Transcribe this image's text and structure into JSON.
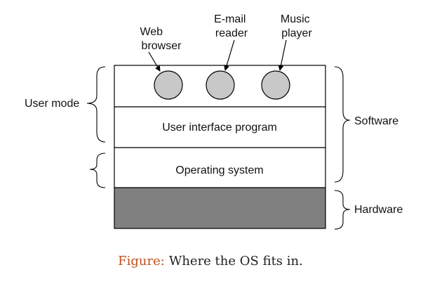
{
  "apps": [
    {
      "name_lines": [
        "Web",
        "browser"
      ]
    },
    {
      "name_lines": [
        "E-mail",
        "reader"
      ]
    },
    {
      "name_lines": [
        "Music",
        "player"
      ]
    }
  ],
  "layers": {
    "ui_program": "User interface program",
    "operating_system": "Operating system"
  },
  "brace_labels": {
    "user_mode": "User mode",
    "software": "Software",
    "hardware": "Hardware"
  },
  "caption": {
    "prefix": "Figure:",
    "text": "Where the OS fits in."
  },
  "colors": {
    "hardware_fill": "#808080",
    "app_circle_fill": "#c8c8c8",
    "caption_prefix": "#c0501e",
    "stroke": "#000000"
  }
}
